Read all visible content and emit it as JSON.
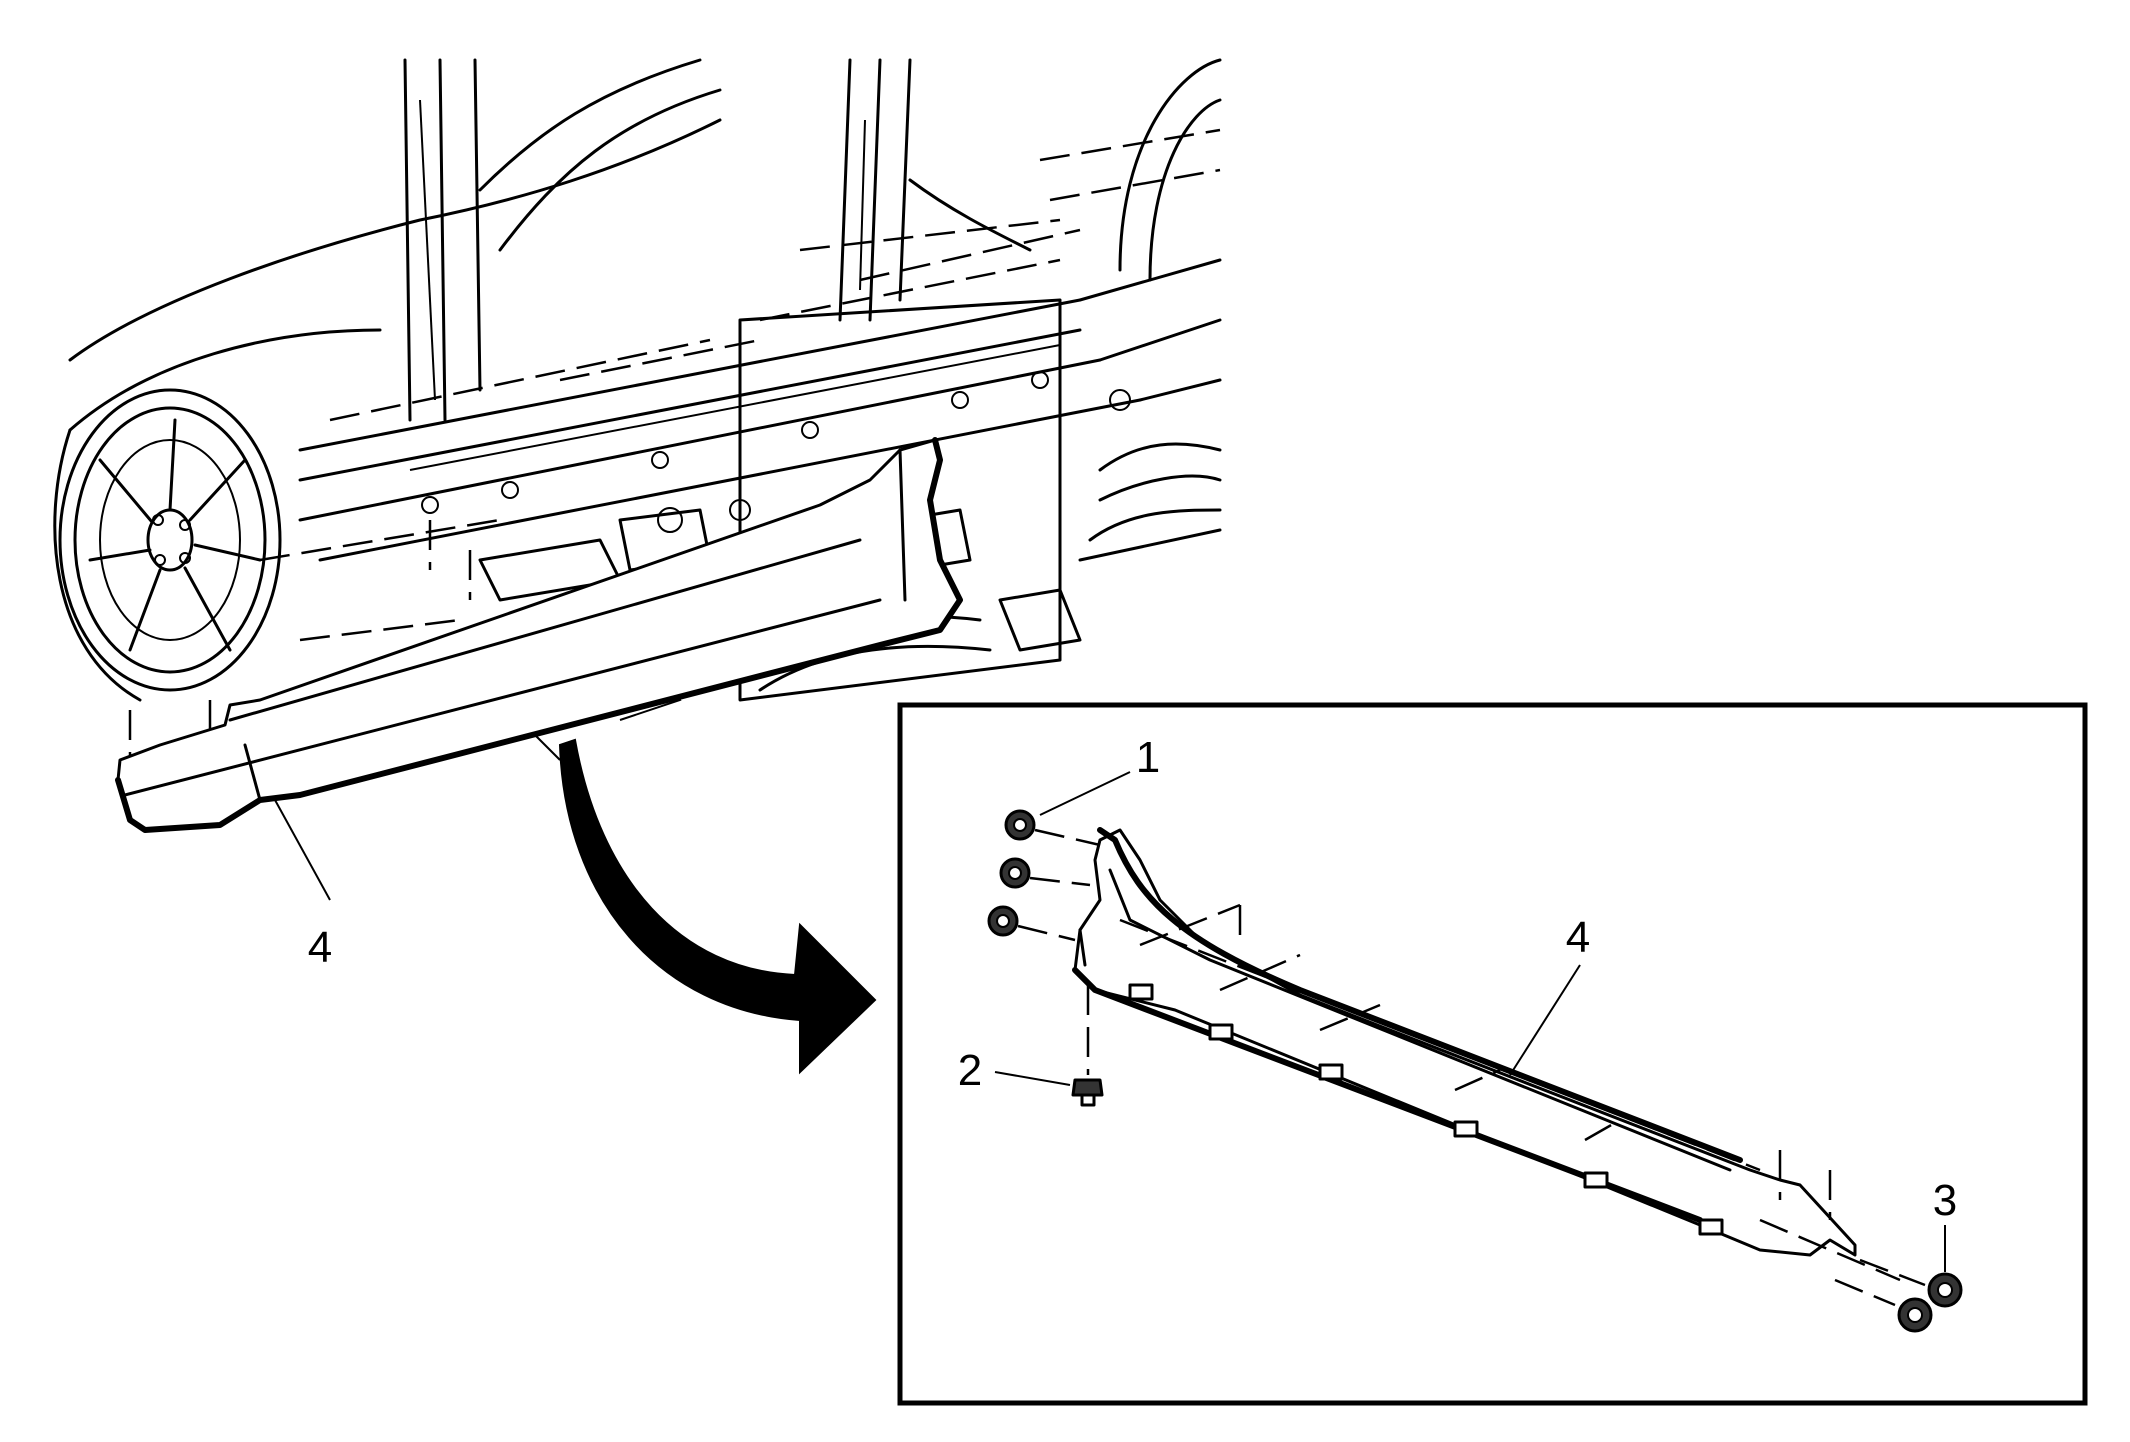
{
  "callouts": {
    "main_rocker_label": "4",
    "inset_fastener_top_label": "1",
    "inset_fastener_bottom_label": "2",
    "inset_nut_label": "3",
    "inset_rocker_label": "4"
  },
  "colors": {
    "line": "#000000",
    "background": "#ffffff"
  }
}
